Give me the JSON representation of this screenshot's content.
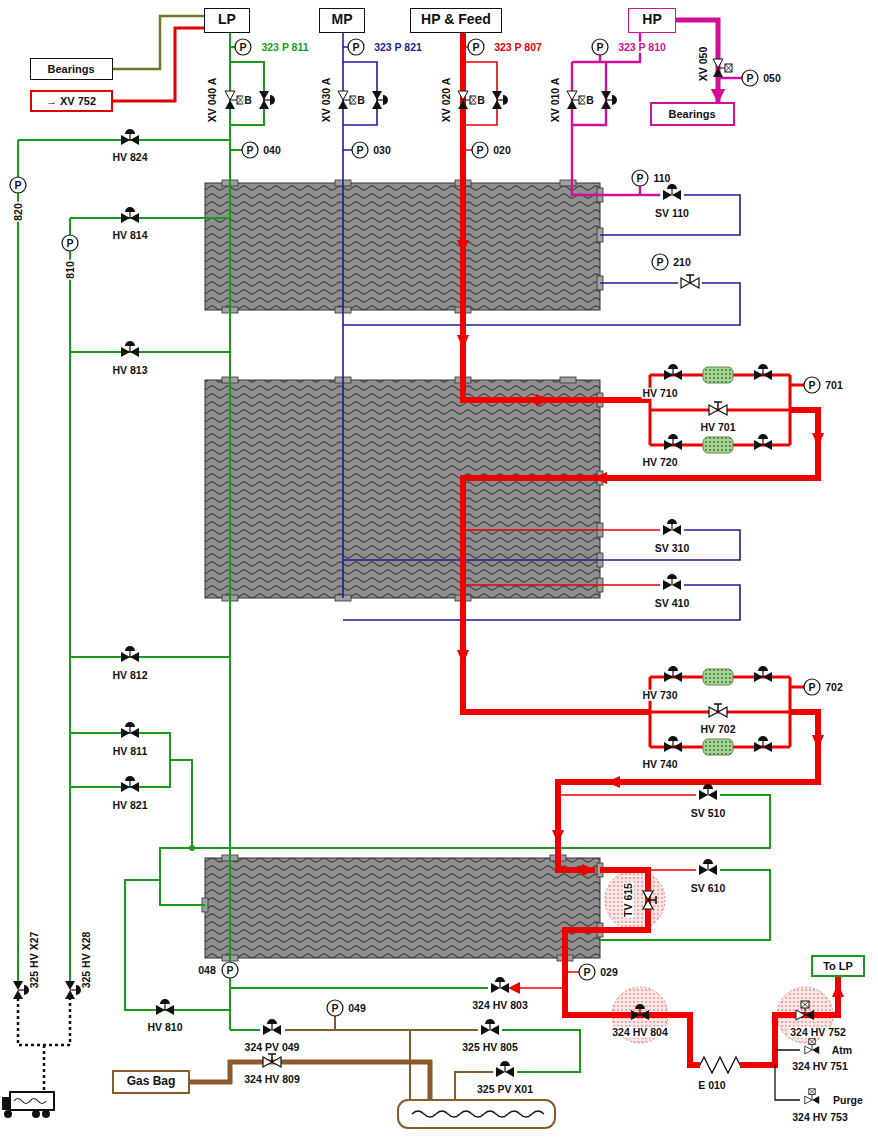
{
  "diagram": {
    "nodes": [
      {
        "text": [
          "LP"
        ]
      },
      {
        "text": [
          "MP"
        ]
      },
      {
        "text": [
          "HP & Feed"
        ]
      },
      {
        "text": [
          "HP"
        ]
      },
      {
        "text": [
          "Bearings"
        ]
      },
      {
        "text": [
          "→ XV 752"
        ]
      },
      {
        "text": [
          "Bearings"
        ]
      },
      {
        "text": [
          "To LP"
        ]
      },
      {
        "text": [
          "Gas Bag"
        ]
      }
    ],
    "edges": [
      {
        "from": 4,
        "to": 0,
        "arrow": "none"
      },
      {
        "from": 5,
        "to": 0,
        "arrow": "none"
      },
      {
        "from": 3,
        "to": 6,
        "arrow": "to"
      }
    ],
    "labels": [
      "P",
      "323 P 811",
      "P",
      "323 P 821",
      "P",
      "323 P 807",
      "P",
      "323 P 810",
      "XV 050",
      "P",
      "050",
      "XV 040 A",
      "B",
      "XV 030 A",
      "B",
      "XV 020 A",
      "B",
      "XV 010 A",
      "B",
      "P",
      "040",
      "P",
      "030",
      "P",
      "020",
      "P",
      "820",
      "HV 824",
      "P",
      "810",
      "HV 814",
      "P",
      "110",
      "SV 110",
      "P",
      "210",
      "HV 813",
      "HV 710",
      "HV 701",
      "HV 720",
      "P",
      "701",
      "SV 310",
      "SV 410",
      "HV 812",
      "HV 730",
      "HV 702",
      "HV 740",
      "P",
      "702",
      "HV 811",
      "HV 821",
      "SV 510",
      "SV 610",
      "TV 615",
      "048",
      "P",
      "P",
      "029",
      "324 HV 803",
      "324 HV 804",
      "HV 810",
      "P",
      "049",
      "324 PV 049",
      "325 HV 805",
      "324 HV 809",
      "325 PV X01",
      "E 010",
      "324 HV 752",
      "Atm",
      "324 HV 751",
      "Purge",
      "324 HV 753",
      "325 HV X27",
      "325 HV X28"
    ]
  }
}
